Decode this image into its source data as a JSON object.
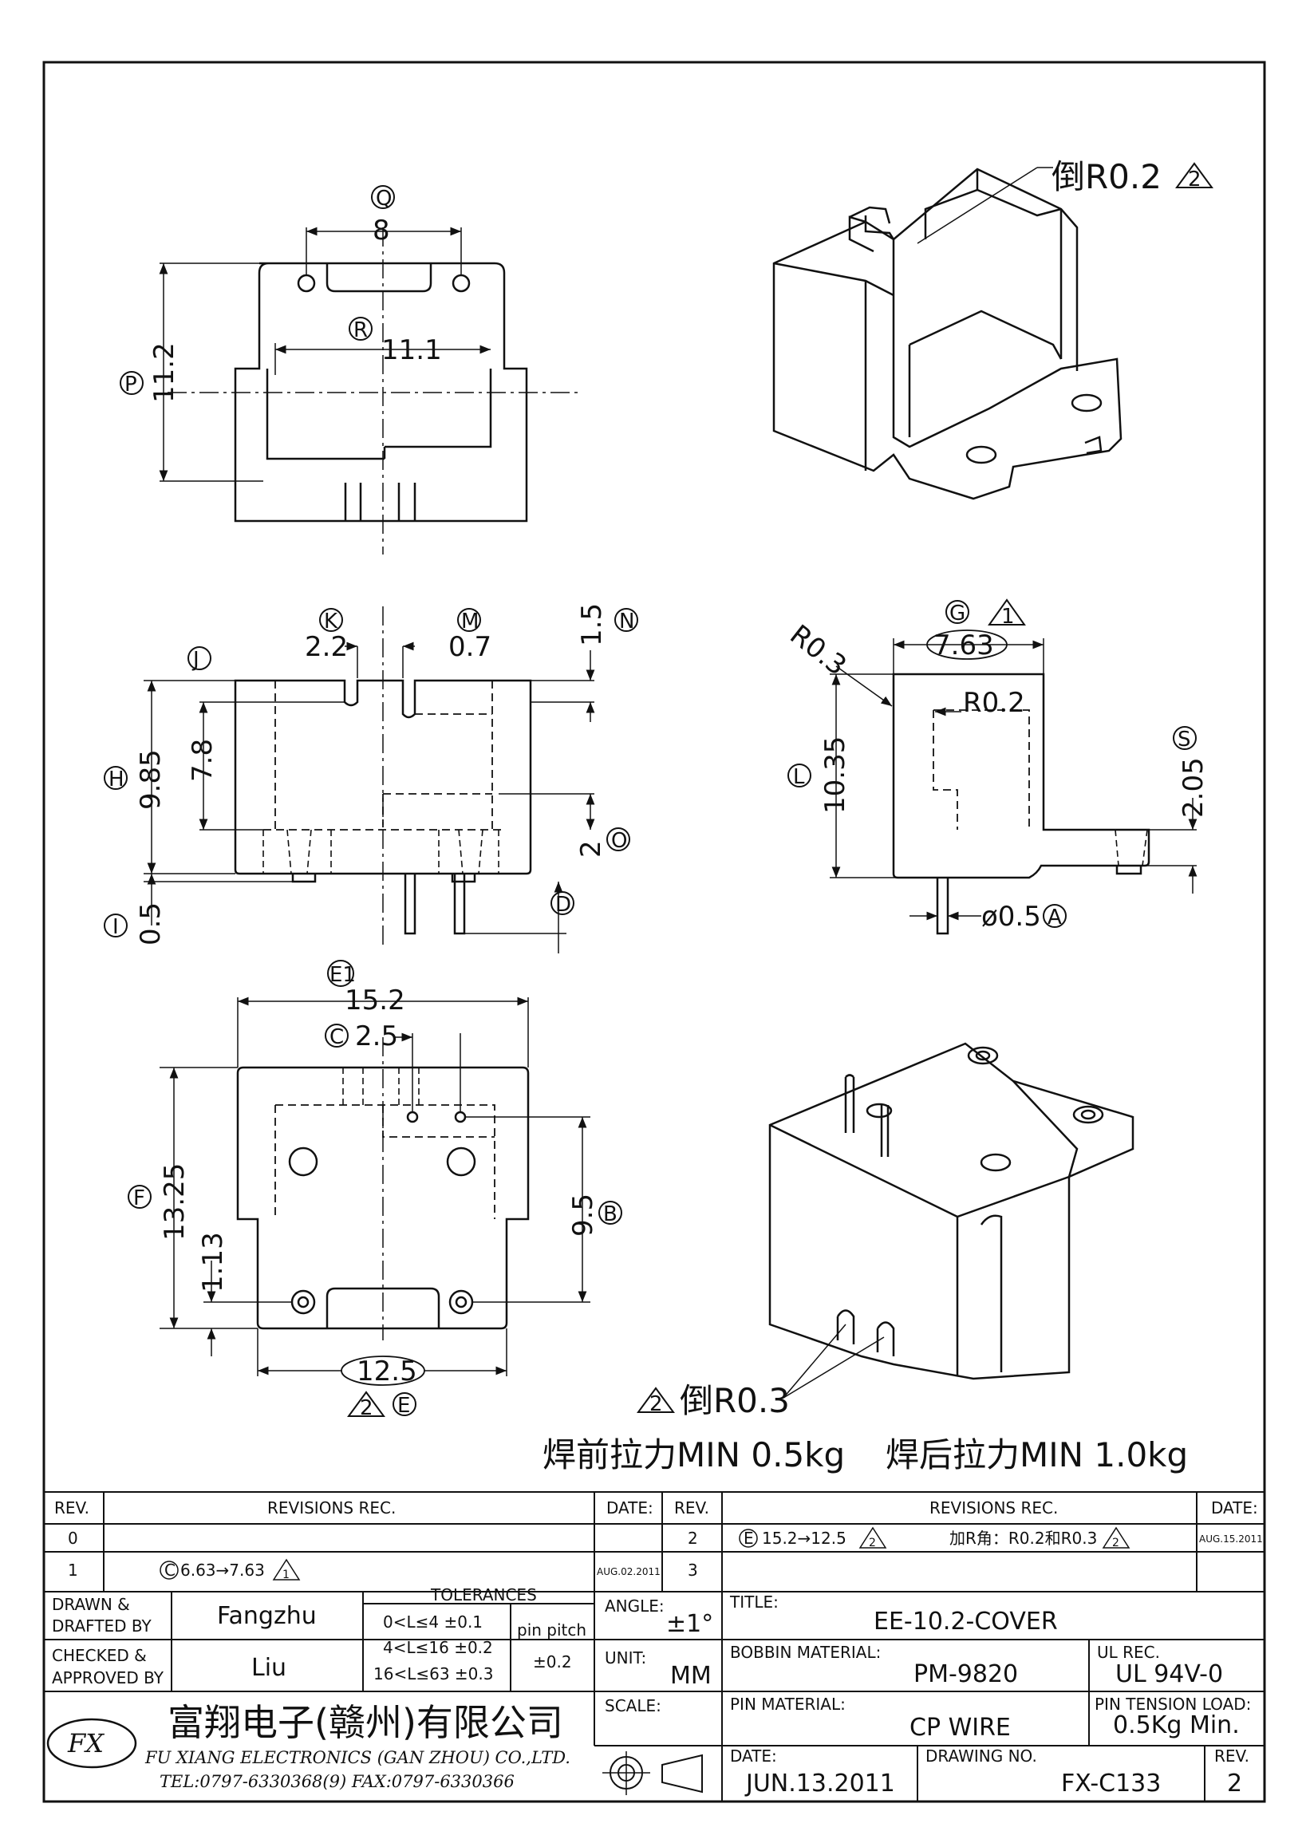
{
  "top_view": {
    "label_q": "Q",
    "dim_q": "8",
    "label_r": "R",
    "dim_r": "11.1",
    "label_p": "P",
    "dim_p": "11.2"
  },
  "iso_top": {
    "note": "倒R0.2",
    "rev_mark": "2"
  },
  "front_view": {
    "label_k": "K",
    "dim_k": "2.2",
    "label_m": "M",
    "dim_m": "0.7",
    "label_n": "N",
    "dim_n": "1.5",
    "label_j": "J",
    "dim_j": "7.8",
    "label_h": "H",
    "dim_h": "9.85",
    "label_o": "O",
    "dim_o": "2",
    "label_i": "I",
    "dim_i": "0.5",
    "label_d": "D"
  },
  "side_view": {
    "label_g": "G",
    "dim_g": "7.63",
    "rev_mark_g": "1",
    "r03": "R0.3",
    "r02": "R0.2",
    "label_l": "L",
    "dim_l": "10.35",
    "label_s": "S",
    "dim_s": "2.05",
    "dim_a": "ø0.5",
    "label_a": "A"
  },
  "bottom_view": {
    "label_e1": "E1",
    "dim_e1": "15.2",
    "label_c": "C",
    "dim_c": "2.5",
    "label_f": "F",
    "dim_f": "13.25",
    "dim_113": "1.13",
    "dim_b": "9.5",
    "label_b": "B",
    "dim_e": "12.5",
    "rev_mark_e": "2",
    "label_e": "E"
  },
  "iso_bottom": {
    "rev_mark": "2",
    "note": "倒R0.3"
  },
  "notes": {
    "pull_before": "焊前拉力MIN 0.5kg",
    "pull_after": "焊后拉力MIN 1.0kg"
  },
  "title_block": {
    "rev_hdr": "REV.",
    "revisions_hdr": "REVISIONS   REC.",
    "date_hdr": "DATE:",
    "rev_hdr2": "REV.",
    "revisions_hdr2": "REVISIONS   REC.",
    "date_hdr2": "DATE:",
    "rev0": "0",
    "rev1": "1",
    "rev1_desc": "6.63→7.63",
    "rev1_circle": "C",
    "rev1_tri": "1",
    "rev1_date": "AUG.02.2011",
    "rev2": "2",
    "rev2_desc": "15.2→12.5",
    "rev2_circle": "E",
    "rev2_tri": "2",
    "rev2_desc2": "加R角：R0.2和R0.3",
    "rev2_tri2": "2",
    "rev2_date": "AUG.15.2011",
    "rev3": "3",
    "drawn_lbl1": "DRAWN &",
    "drawn_lbl2": "DRAFTED BY",
    "drawn_val": "Fangzhu",
    "checked_lbl1": "CHECKED &",
    "checked_lbl2": "APPROVED BY",
    "checked_val": "Liu",
    "tol_hdr": "TOLERANCES",
    "tol_1": "0<L≤4    ±0.1",
    "tol_2": "4<L≤16  ±0.2",
    "tol_3": "16<L≤63  ±0.3",
    "pin_pitch_lbl": "pin pitch",
    "pin_pitch_val": "±0.2",
    "angle_lbl": "ANGLE:",
    "angle_val": "±1°",
    "unit_lbl": "UNIT:",
    "unit_val": "MM",
    "scale_lbl": "SCALE:",
    "title_lbl": "TITLE:",
    "title_val": "EE-10.2-COVER",
    "bobbin_lbl": "BOBBIN MATERIAL:",
    "bobbin_val": "PM-9820",
    "ul_lbl": "UL REC.",
    "ul_val": "UL 94V-0",
    "pin_mat_lbl": "PIN MATERIAL:",
    "pin_mat_val": "CP WIRE",
    "pin_tension_lbl": "PIN TENSION LOAD:",
    "pin_tension_val": "0.5Kg Min.",
    "date_lbl": "DATE:",
    "date_val": "JUN.13.2011",
    "drawing_no_lbl": "DRAWING NO.",
    "drawing_no_val": "FX-C133",
    "rev_lbl": "REV.",
    "rev_val": "2",
    "company_cn": "富翔电子(赣州)有限公司",
    "company_en": "FU XIANG ELECTRONICS (GAN ZHOU) CO.,LTD.",
    "company_tel": "TEL:0797-6330368(9)  FAX:0797-6330366",
    "logo_text": "FX"
  }
}
